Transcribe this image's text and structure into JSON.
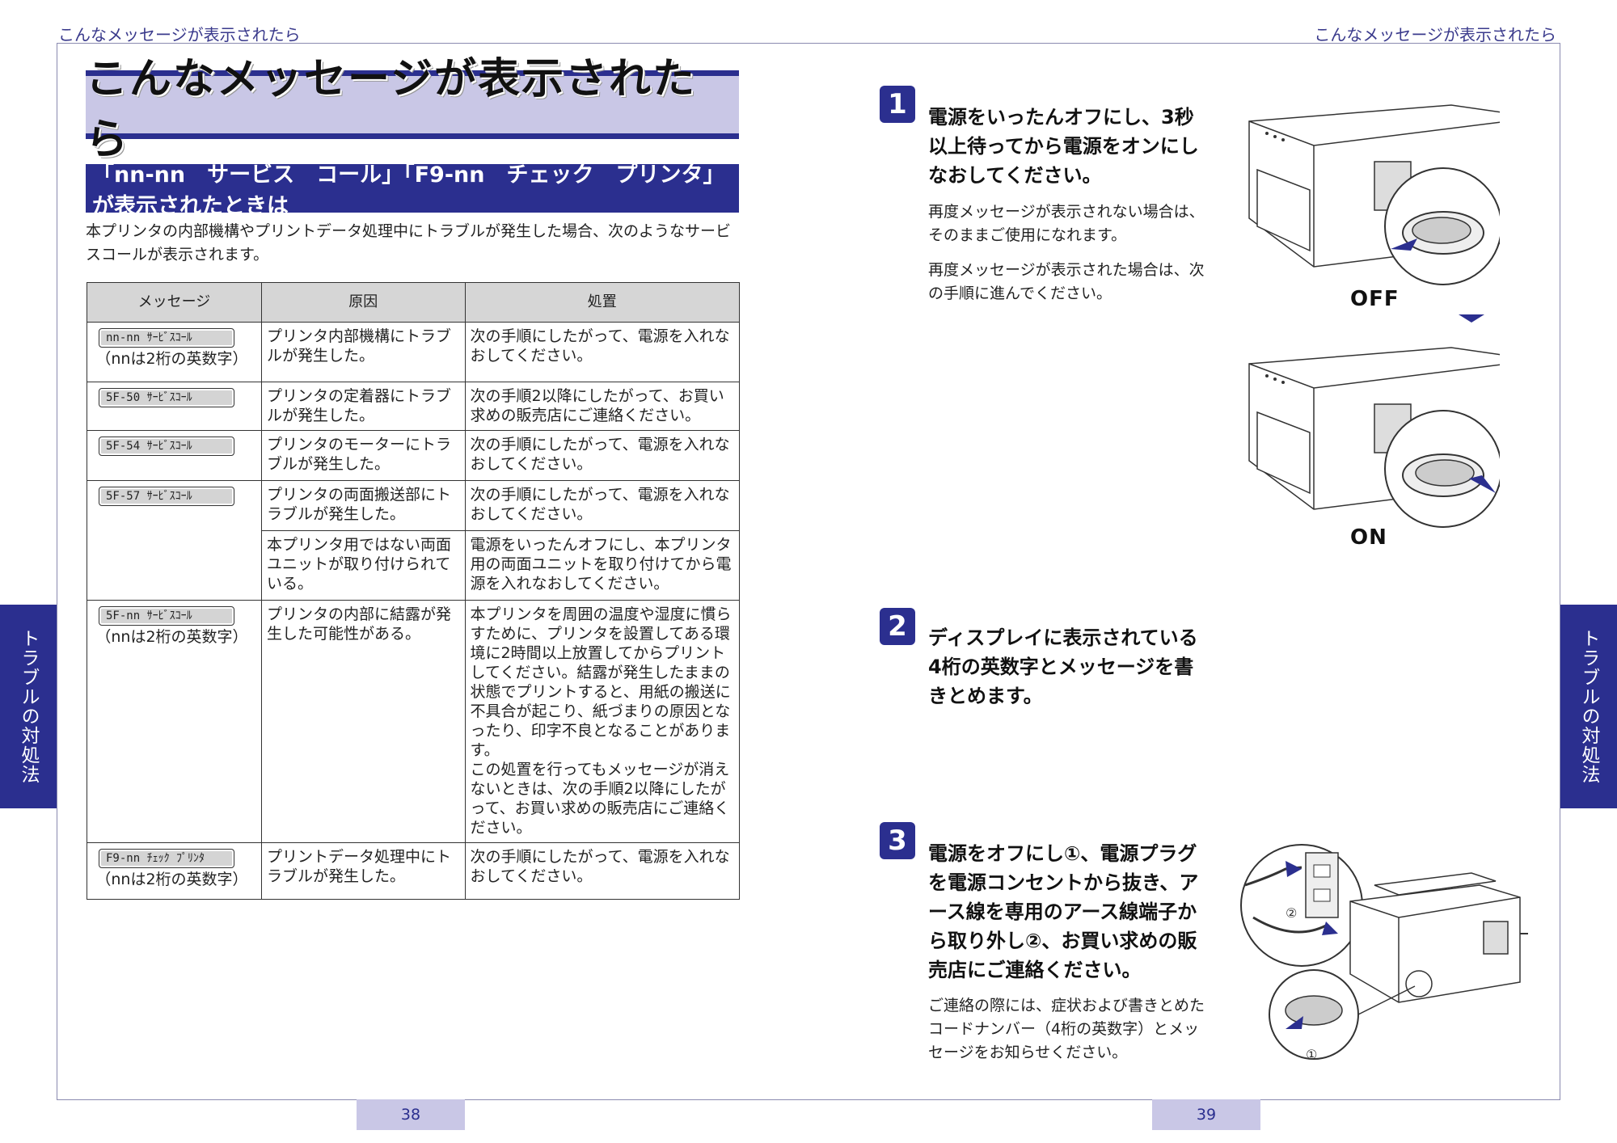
{
  "running_head": {
    "left": "こんなメッセージが表示されたら",
    "right": "こんなメッセージが表示されたら"
  },
  "side_tab": {
    "left": "トラブルの対処法",
    "right": "トラブルの対処法"
  },
  "page_numbers": {
    "left": "38",
    "right": "39"
  },
  "title": "こんなメッセージが表示されたら",
  "section_heading": "「nn-nn　サービス　コール」「F9-nn　チェック　プリンタ」が表示されたときは",
  "intro": "本プリンタの内部機構やプリントデータ処理中にトラブルが発生した場合、次のようなサービスコールが表示されます。",
  "table": {
    "headers": [
      "メッセージ",
      "原因",
      "処置"
    ],
    "rows": [
      {
        "lcd": "nn-nn ｻｰﾋﾞｽｺｰﾙ",
        "note": "（nnは2桁の英数字）",
        "cause": "プリンタ内部機構にトラブルが発生した。",
        "action": "次の手順にしたがって、電源を入れなおしてください。"
      },
      {
        "lcd": "5F-50 ｻｰﾋﾞｽｺｰﾙ",
        "note": "",
        "cause": "プリンタの定着器にトラブルが発生した。",
        "action": "次の手順2以降にしたがって、お買い求めの販売店にご連絡ください。"
      },
      {
        "lcd": "5F-54 ｻｰﾋﾞｽｺｰﾙ",
        "note": "",
        "cause": "プリンタのモーターにトラブルが発生した。",
        "action": "次の手順にしたがって、電源を入れなおしてください。"
      },
      {
        "lcd": "5F-57 ｻｰﾋﾞｽｺｰﾙ",
        "note": "",
        "cause": "プリンタの両面搬送部にトラブルが発生した。",
        "action": "次の手順にしたがって、電源を入れなおしてください。",
        "cause2": "本プリンタ用ではない両面ユニットが取り付けられている。",
        "action2": "電源をいったんオフにし、本プリンタ用の両面ユニットを取り付けてから電源を入れなおしてください。"
      },
      {
        "lcd": "5F-nn ｻｰﾋﾞｽｺｰﾙ",
        "note": "（nnは2桁の英数字）",
        "cause": "プリンタの内部に結露が発生した可能性がある。",
        "action": "本プリンタを周囲の温度や湿度に慣らすために、プリンタを設置してある環境に2時間以上放置してからプリントしてください。結露が発生したままの状態でプリントすると、用紙の搬送に不具合が起こり、紙づまりの原因となったり、印字不良となることがあります。\nこの処置を行ってもメッセージが消えないときは、次の手順2以降にしたがって、お買い求めの販売店にご連絡ください。"
      },
      {
        "lcd": "F9-nn ﾁｪｯｸ ﾌﾟﾘﾝﾀ",
        "note": "（nnは2桁の英数字）",
        "cause": "プリントデータ処理中にトラブルが発生した。",
        "action": "次の手順にしたがって、電源を入れなおしてください。"
      }
    ]
  },
  "steps": [
    {
      "num": "1",
      "text": "電源をいったんオフにし、3秒以上待ってから電源をオンにしなおしてください。",
      "sub": [
        "再度メッセージが表示されない場合は、そのままご使用になれます。",
        "再度メッセージが表示された場合は、次の手順に進んでください。"
      ]
    },
    {
      "num": "2",
      "text": "ディスプレイに表示されている4桁の英数字とメッセージを書きとめます。",
      "sub": []
    },
    {
      "num": "3",
      "text": "電源をオフにし①、電源プラグを電源コンセントから抜き、アース線を専用のアース線端子から取り外し②、お買い求めの販売店にご連絡ください。",
      "sub": [
        "ご連絡の際には、症状および書きとめたコードナンバー（4桁の英数字）とメッセージをお知らせください。"
      ]
    }
  ],
  "illustration_labels": {
    "off": "OFF",
    "on": "ON",
    "mark1": "①",
    "mark2": "②"
  },
  "colors": {
    "accent": "#2b2f8f",
    "title_bg": "#c9c7e6",
    "table_header": "#d6d6d6"
  }
}
